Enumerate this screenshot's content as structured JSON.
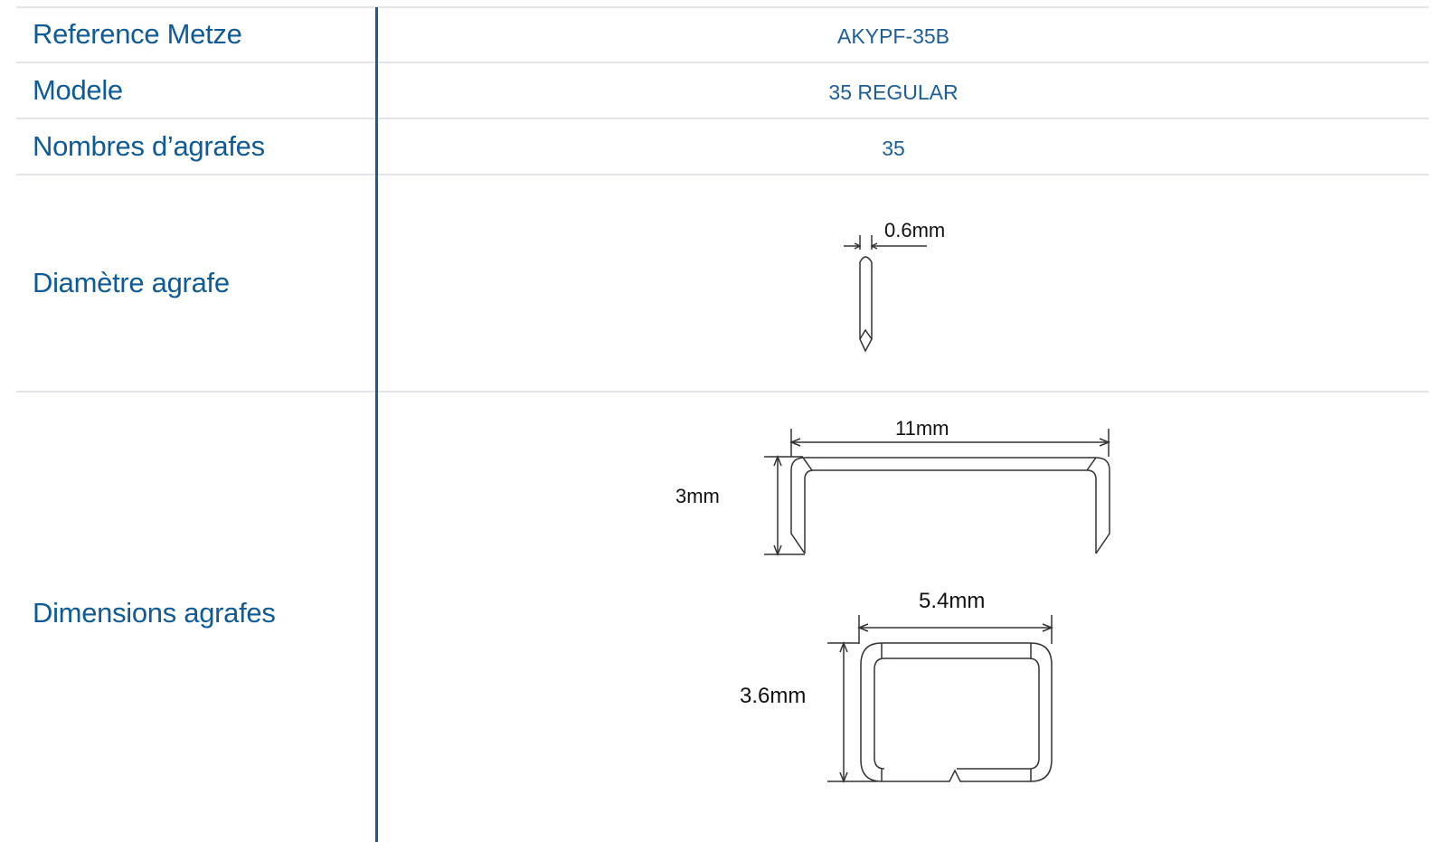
{
  "rows": [
    {
      "label": "Reference Metze",
      "value": "AKYPF-35B"
    },
    {
      "label": "Modele",
      "value": "35 REGULAR"
    },
    {
      "label": "Nombres d’agrafes",
      "value": "35"
    },
    {
      "label": "Diamètre agrafe",
      "value": ""
    },
    {
      "label": "Dimensions agrafes",
      "value": ""
    }
  ],
  "drawings": {
    "diameter": "0.6mm",
    "length": "11mm",
    "height": "3mm",
    "width": "5.4mm",
    "depth": "3.6mm"
  },
  "colors": {
    "label": "#0f5b97",
    "value": "#1e5e98",
    "divider": "#1e5a8f"
  }
}
